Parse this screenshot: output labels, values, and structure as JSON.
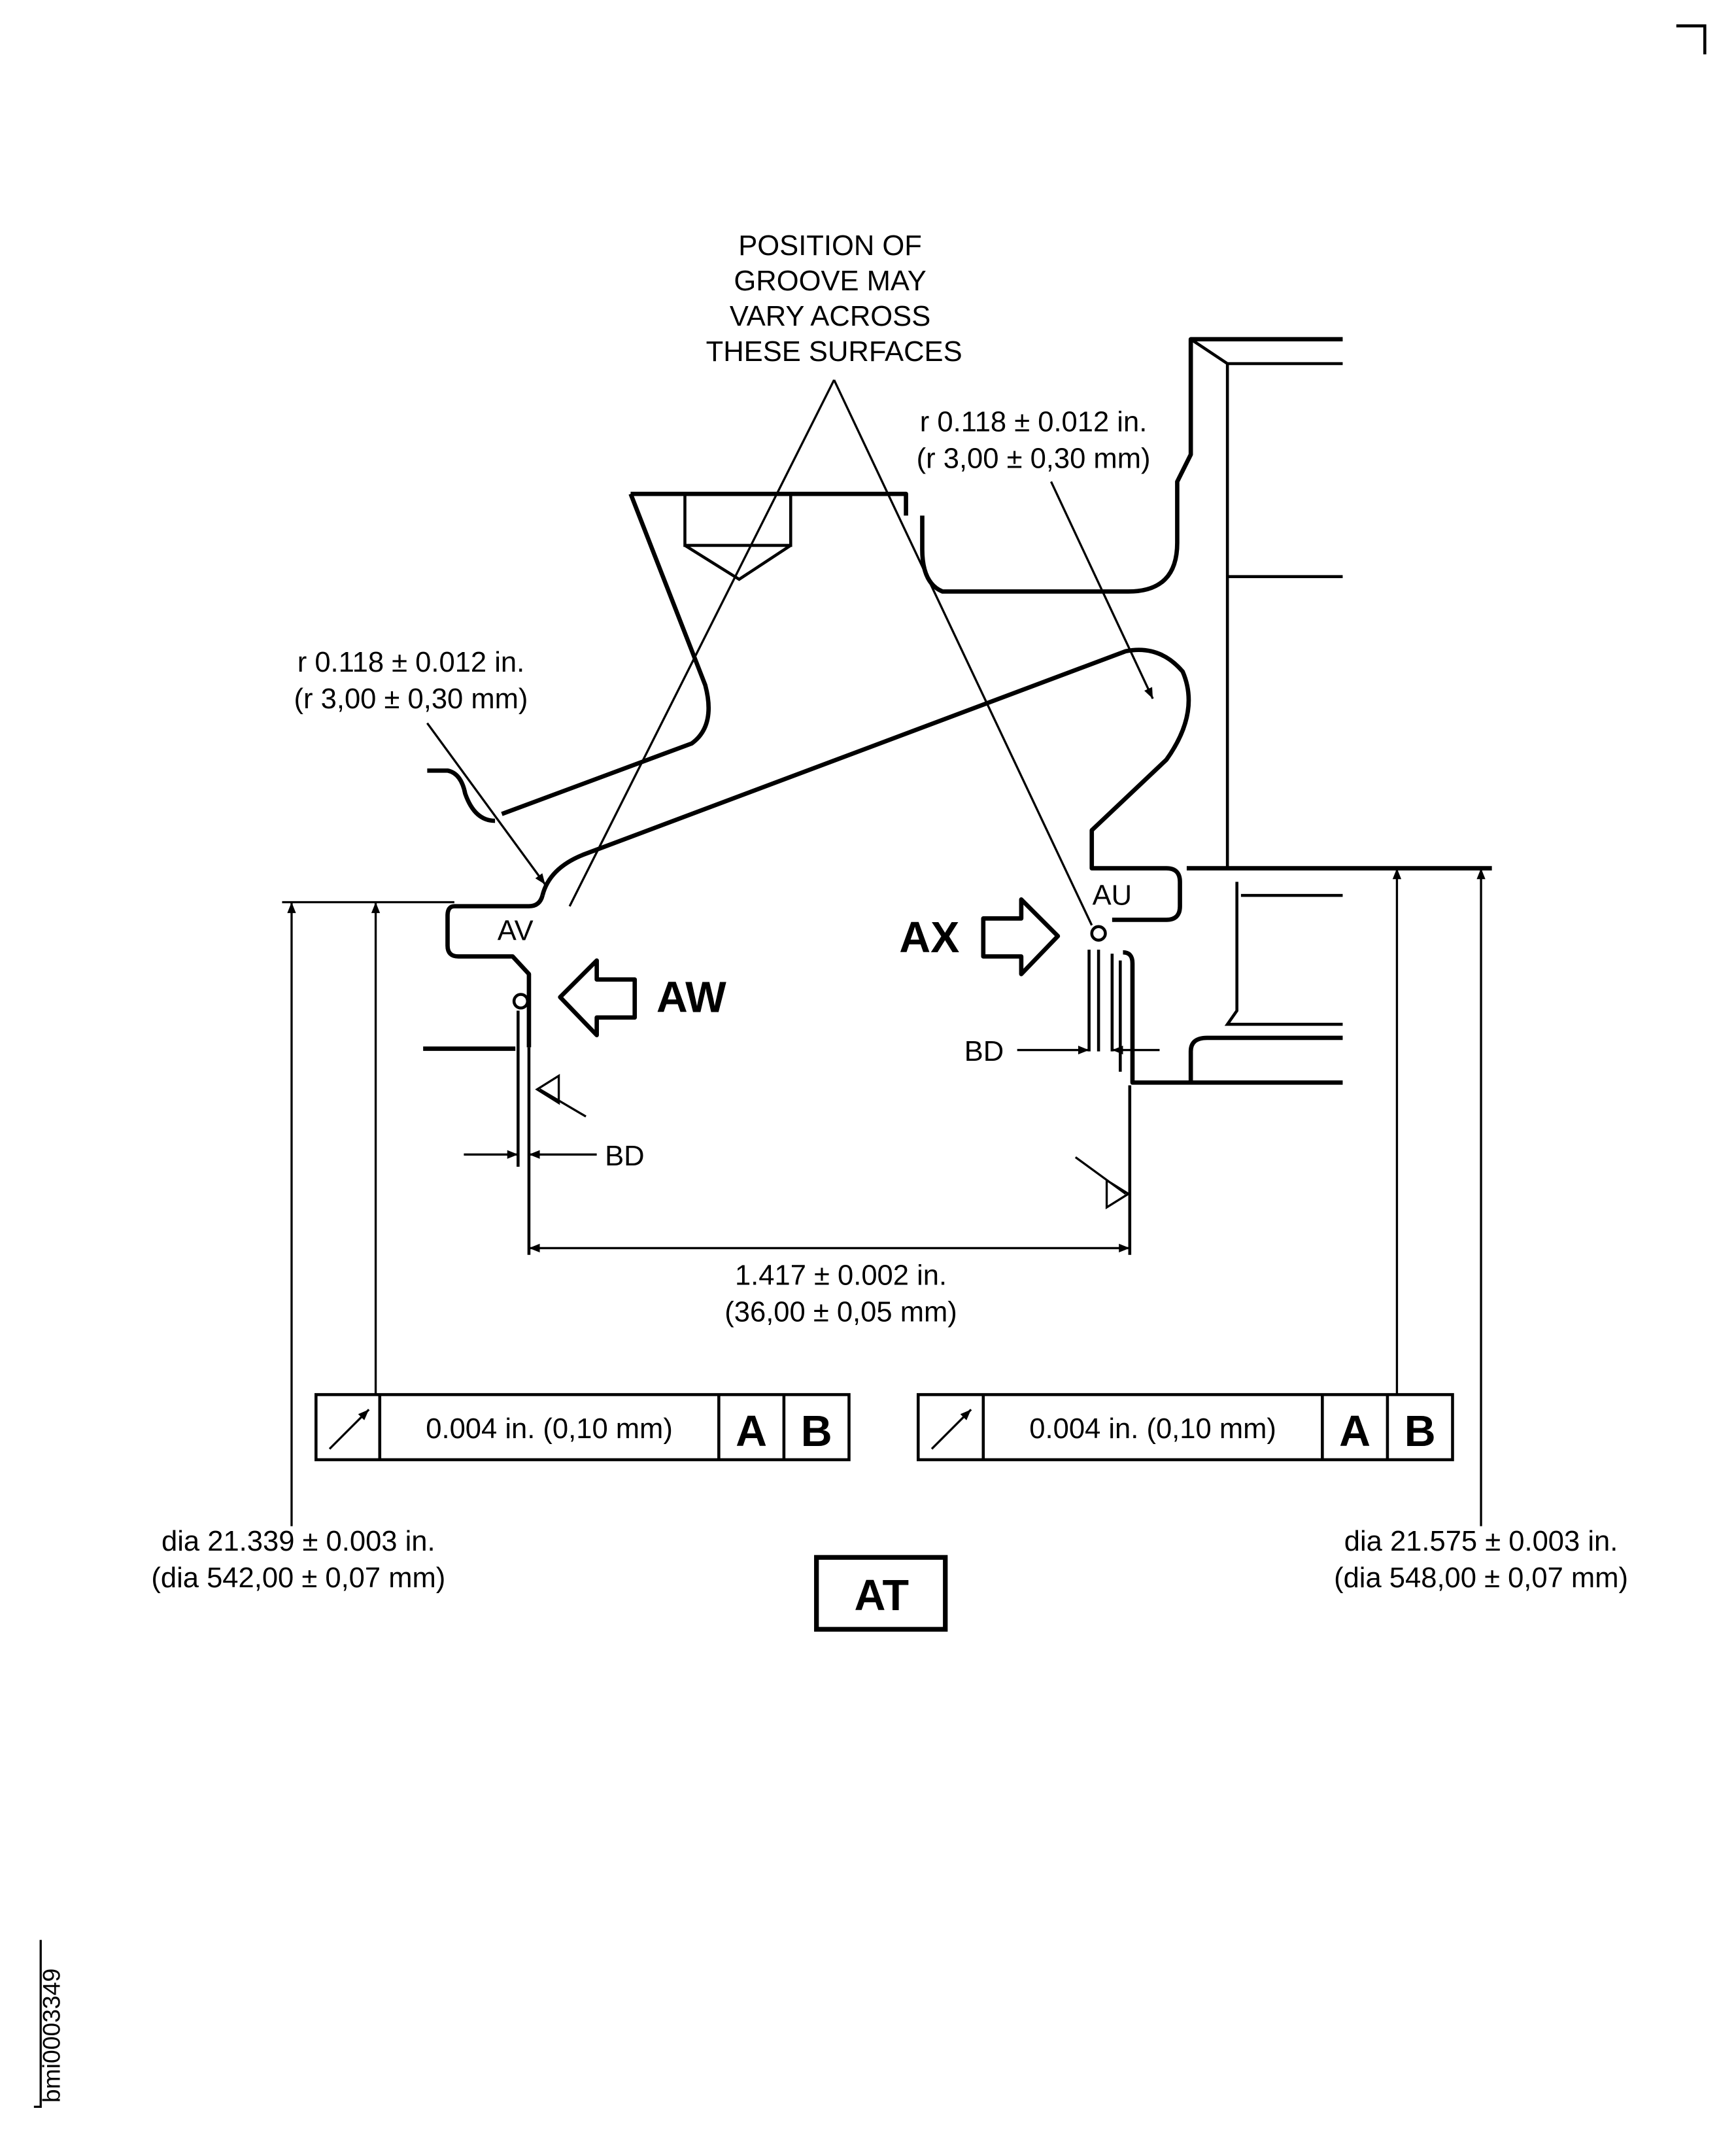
{
  "note": [
    "POSITION OF",
    "GROOVE MAY",
    "VARY ACROSS",
    "THESE SURFACES"
  ],
  "radius_right": {
    "inch": "r 0.118 ± 0.012 in.",
    "mm": "(r 3,00 ± 0,30 mm)"
  },
  "radius_left": {
    "inch": "r 0.118 ± 0.012 in.",
    "mm": "(r 3,00 ± 0,30 mm)"
  },
  "labels": {
    "av": "AV",
    "au": "AU",
    "aw": "AW",
    "ax": "AX",
    "bd_left": "BD",
    "bd_right": "BD",
    "view": "AT"
  },
  "width_dim": {
    "inch": "1.417 ± 0.002 in.",
    "mm": "(36,00 ± 0,05 mm)"
  },
  "fcf_left": {
    "tolerance": "0.004 in. (0,10 mm)",
    "datum1": "A",
    "datum2": "B",
    "symbol": "runout-arrow-icon"
  },
  "fcf_right": {
    "tolerance": "0.004 in. (0,10 mm)",
    "datum1": "A",
    "datum2": "B",
    "symbol": "runout-arrow-icon"
  },
  "dia_left": {
    "inch": "dia 21.339 ± 0.003 in.",
    "mm": "(dia 542,00 ± 0,07 mm)"
  },
  "dia_right": {
    "inch": "dia 21.575 ± 0.003 in.",
    "mm": "(dia 548,00 ± 0,07 mm)"
  },
  "figure_id": "bmi0003349"
}
